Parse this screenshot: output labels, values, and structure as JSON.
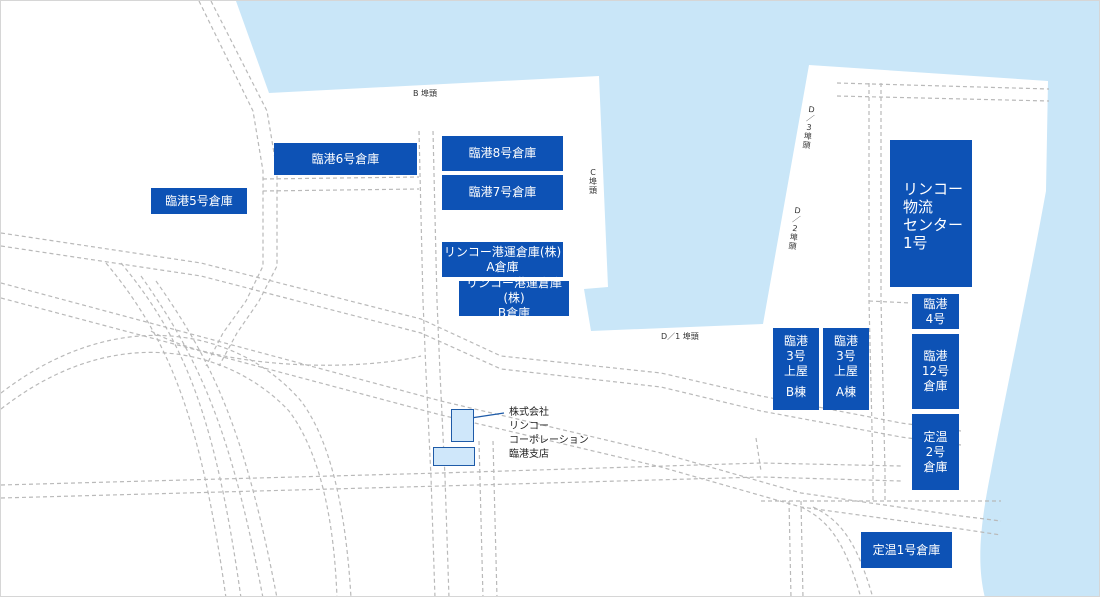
{
  "colors": {
    "sea": "#c9e6f8",
    "warehouse": "#0d52b5",
    "road_dash": "#b9b9b9",
    "office_fill": "#cfe7fa",
    "office_border": "#1e5ba8"
  },
  "piers": {
    "b": "B 埠頭",
    "c": "C\n埠\n頭",
    "d3": "D\n／\n3\n埠\n頭",
    "d2": "D\n／\n2\n埠\n頭",
    "d1": "D／1 埠頭"
  },
  "warehouses": {
    "rinko5": "臨港5号倉庫",
    "rinko6": "臨港6号倉庫",
    "rinko8": "臨港8号倉庫",
    "rinko7": "臨港7号倉庫",
    "unso_a": "リンコー港運倉庫(株)\nA倉庫",
    "unso_b": "リンコー港運倉庫(株)\nB倉庫",
    "butsuryu": "リンコー\n物流\nセンター\n1号",
    "rinko4": "臨港\n4号",
    "rinko12": "臨港\n12号\n倉庫",
    "teion2": "定温\n2号\n倉庫",
    "teion1": "定温1号倉庫",
    "uwaya_b": {
      "name": "臨港\n3号\n上屋",
      "building": "B棟"
    },
    "uwaya_a": {
      "name": "臨港\n3号\n上屋",
      "building": "A棟"
    }
  },
  "office": {
    "label": "株式会社\nリンコー\nコーポレーション\n臨港支店"
  }
}
